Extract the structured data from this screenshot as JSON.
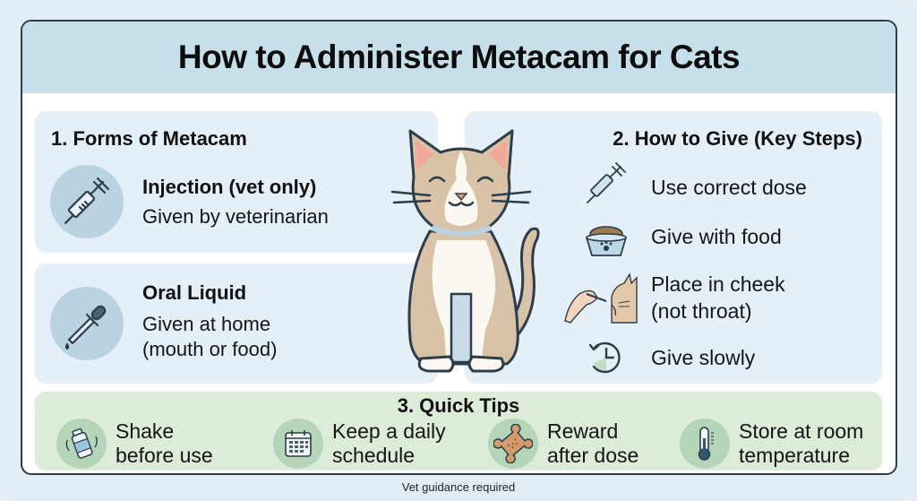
{
  "title": "How to Administer Metacam for Cats",
  "sections": {
    "forms": {
      "heading": "1. Forms of Metacam",
      "items": [
        {
          "icon": "syringe-icon",
          "title": "Injection (vet only)",
          "lines": [
            "Given by veterinarian"
          ]
        },
        {
          "icon": "dropper-icon",
          "title": "Oral Liquid",
          "lines": [
            "Given at home",
            "(mouth or food)"
          ]
        }
      ]
    },
    "steps": {
      "heading": "2. How to Give (Key Steps)",
      "items": [
        {
          "icon": "syringe-icon",
          "lines": [
            "Use correct dose"
          ]
        },
        {
          "icon": "food-bowl-icon",
          "lines": [
            "Give with food"
          ]
        },
        {
          "icon": "hand-dropper-cat-icon",
          "lines": [
            "Place in cheek",
            "(not throat)"
          ]
        },
        {
          "icon": "clock-icon",
          "lines": [
            "Give slowly"
          ]
        }
      ]
    },
    "tips": {
      "heading": "3. Quick Tips",
      "items": [
        {
          "icon": "shaking-bottle-icon",
          "lines": [
            "Shake",
            "before use"
          ]
        },
        {
          "icon": "calendar-icon",
          "lines": [
            "Keep a daily",
            "schedule"
          ]
        },
        {
          "icon": "dog-treat-icon",
          "lines": [
            "Reward",
            "after dose"
          ]
        },
        {
          "icon": "thermometer-icon",
          "lines": [
            "Store at room",
            "temperature"
          ]
        }
      ]
    }
  },
  "illustration": {
    "icon": "smiling-cat-illustration"
  },
  "footer": "Vet guidance required",
  "colors": {
    "background": "#e3edf5",
    "title_bar": "#c5dfeb",
    "panel_blue": "#e4eff8",
    "panel_green": "#ddebd9",
    "icon_circle_blue": "#b9d3e3",
    "icon_circle_green": "#b5d5b9",
    "outline": "#2e3d4a",
    "cat_tan": "#d9c3a8"
  }
}
